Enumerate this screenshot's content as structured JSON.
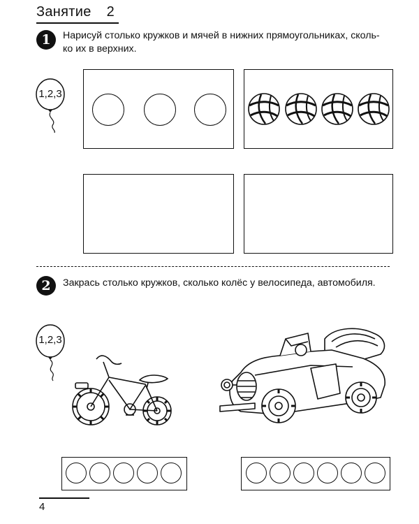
{
  "header": {
    "lesson_label": "Занятие",
    "lesson_number": "2"
  },
  "task1": {
    "number": "1",
    "text_line1": "Нарисуй столько кружков и мячей в нижних прямоугольниках, сколь-",
    "text_line2": "ко их в верхних.",
    "balloon_label": "1,2,3",
    "top_left_circles": 3,
    "top_right_balls": 4
  },
  "task2": {
    "number": "2",
    "text": "Закрась столько кружков, сколько колёс у велосипеда, автомобиля.",
    "balloon_label": "1,2,3",
    "bicycle_circles": 5,
    "car_circles": 6
  },
  "footer": {
    "page_number": "4"
  }
}
